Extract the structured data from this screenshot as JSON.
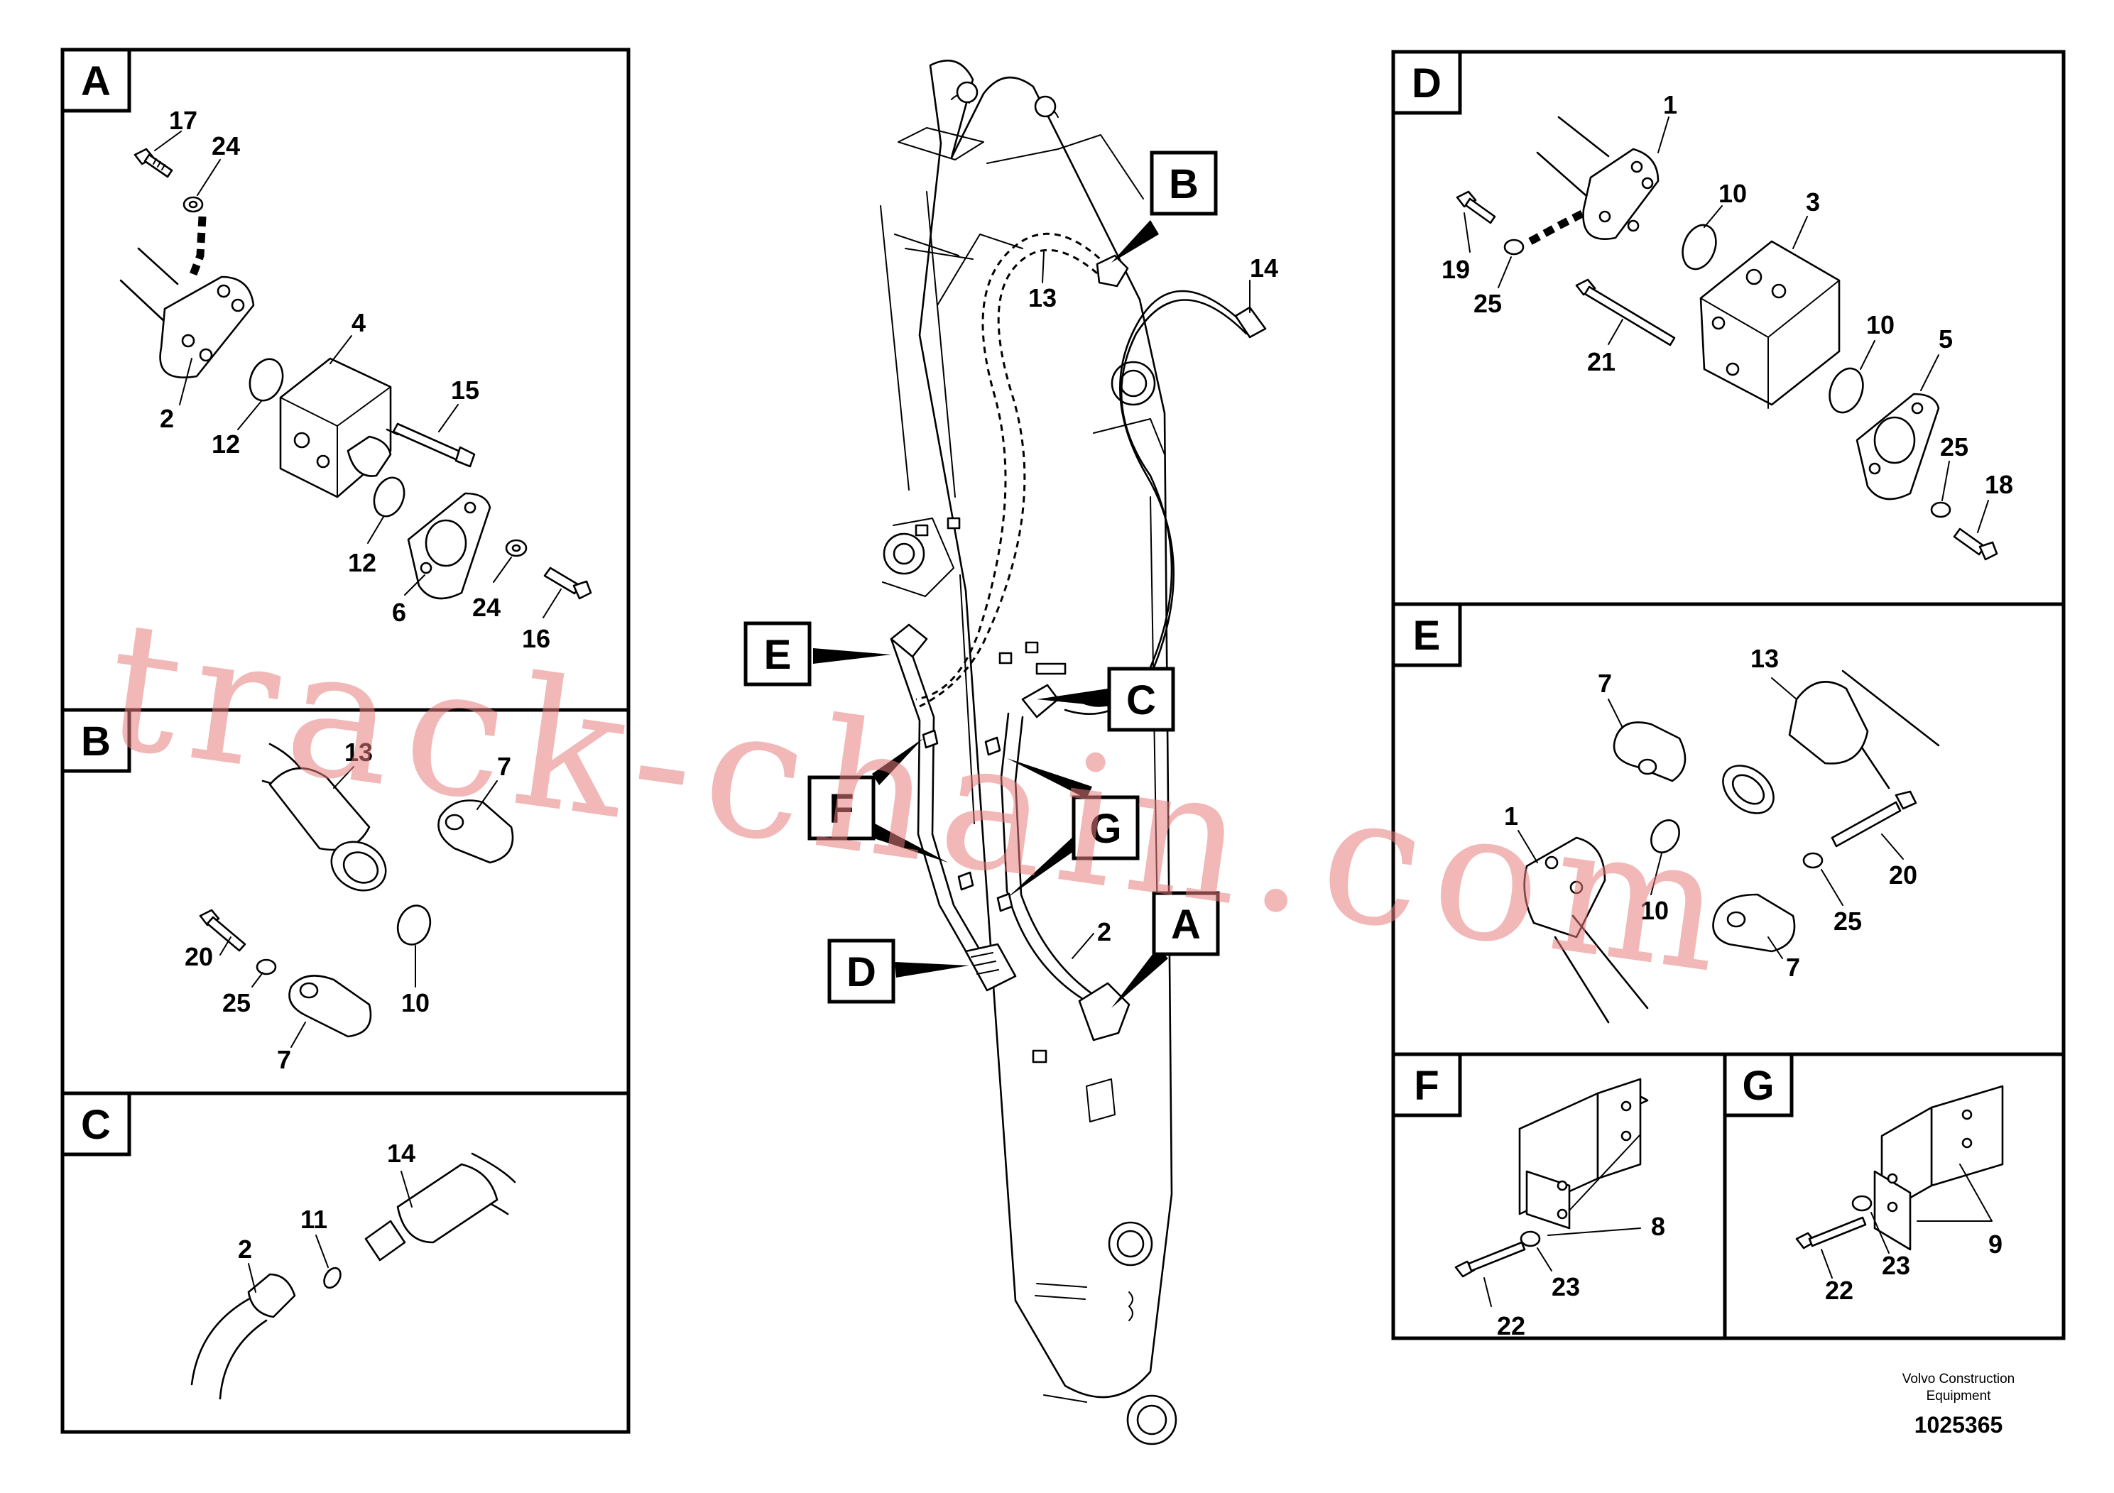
{
  "panels": {
    "A": {
      "letter": "A",
      "callouts": [
        "17",
        "24",
        "4",
        "2",
        "12",
        "15",
        "12",
        "6",
        "24",
        "16"
      ]
    },
    "B": {
      "letter": "B",
      "callouts": [
        "13",
        "7",
        "20",
        "25",
        "10",
        "7"
      ]
    },
    "C": {
      "letter": "C",
      "callouts": [
        "14",
        "11",
        "2"
      ]
    },
    "D": {
      "letter": "D",
      "callouts": [
        "1",
        "10",
        "3",
        "19",
        "25",
        "21",
        "10",
        "5",
        "25",
        "18"
      ]
    },
    "E": {
      "letter": "E",
      "callouts": [
        "7",
        "13",
        "1",
        "20",
        "10",
        "25",
        "7"
      ]
    },
    "F": {
      "letter": "F",
      "callouts": [
        "8",
        "22",
        "23"
      ]
    },
    "G": {
      "letter": "G",
      "callouts": [
        "9",
        "22",
        "23"
      ]
    }
  },
  "main": {
    "flags": [
      "B",
      "E",
      "C",
      "F",
      "G",
      "D",
      "A"
    ],
    "callouts": [
      "13",
      "14",
      "2"
    ]
  },
  "watermark": "track-chain.com",
  "footer": {
    "brand_line1": "Volvo Construction",
    "brand_line2": "Equipment",
    "drawing_number": "1025365"
  }
}
